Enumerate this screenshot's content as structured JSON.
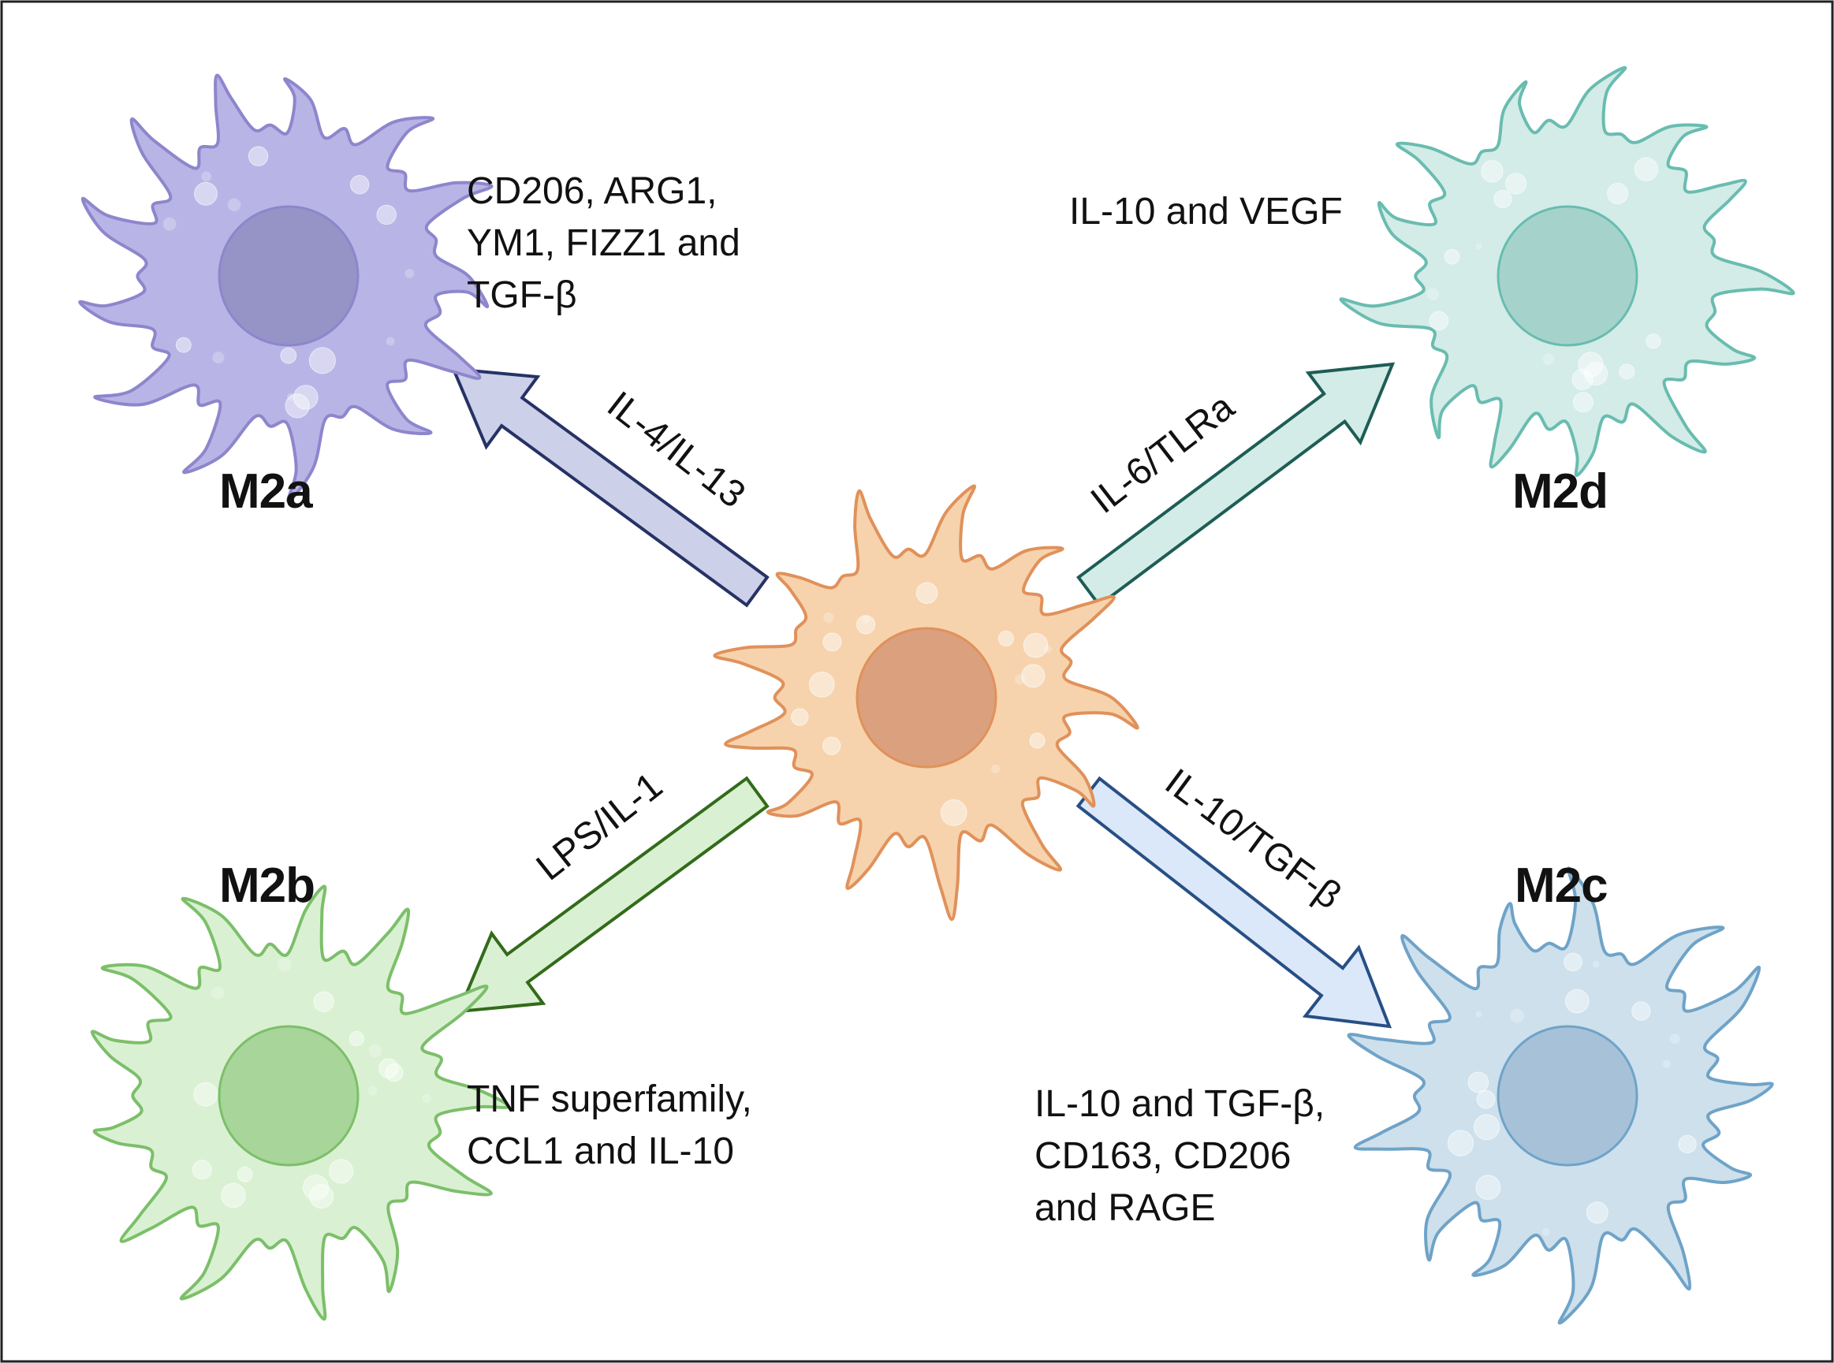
{
  "center_cell": {
    "body_fill": "#f6d3ad",
    "stroke": "#e0915a",
    "nucleus_fill": "#dba07e"
  },
  "subtypes": {
    "m2a": {
      "title": "M2a",
      "markers": [
        "CD206, ARG1,",
        "YM1, FIZZ1 and",
        "TGF-β"
      ],
      "stimulus": "IL-4/IL-13",
      "colors": {
        "body": "#b8b5e6",
        "stroke": "#8e86cc",
        "nucleus": "#9693c7",
        "arrow_fill": "#ccd0e8",
        "arrow_stroke": "#263266"
      }
    },
    "m2b": {
      "title": "M2b",
      "markers": [
        "TNF superfamily,",
        "CCL1 and IL-10"
      ],
      "stimulus": "LPS/IL-1",
      "colors": {
        "body": "#d9f1d2",
        "stroke": "#7cbf6a",
        "nucleus": "#a8d59a",
        "arrow_fill": "#d9f1d2",
        "arrow_stroke": "#336b1a"
      }
    },
    "m2c": {
      "title": "M2c",
      "markers": [
        "IL-10 and TGF-β,",
        "CD163, CD206",
        "and RAGE"
      ],
      "stimulus": "IL-10/TGF-β",
      "colors": {
        "body": "#cde0ec",
        "stroke": "#6fa3c8",
        "nucleus": "#a7c2d8",
        "arrow_fill": "#dbe8f9",
        "arrow_stroke": "#274f86"
      }
    },
    "m2d": {
      "title": "M2d",
      "markers": [
        "IL-10 and VEGF"
      ],
      "stimulus": "IL-6/TLRa",
      "colors": {
        "body": "#d3ece7",
        "stroke": "#69bcb0",
        "nucleus": "#a5d3cb",
        "arrow_fill": "#d3ece7",
        "arrow_stroke": "#1e5d56"
      }
    }
  }
}
